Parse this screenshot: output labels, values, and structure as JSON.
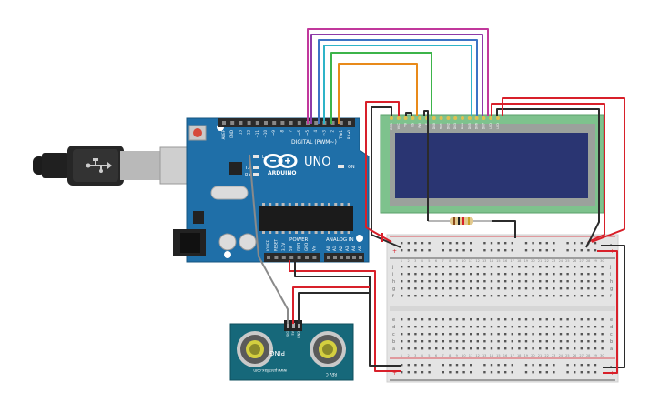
{
  "arduino": {
    "brand": "ARDUINO",
    "model": "UNO",
    "digital_header": "DIGITAL (PWM~)",
    "power_header": "POWER",
    "analog_header": "ANALOG IN",
    "on_label": "ON",
    "tx_label": "TX",
    "rx_label": "RX",
    "l_label": "L",
    "top_pins": [
      "AREF",
      "GND",
      "13",
      "12",
      "~11",
      "~10",
      "~9",
      "8",
      "7",
      "~6",
      "~5",
      "4",
      "~3",
      "2",
      "TX▸1",
      "RX◂0"
    ],
    "power_pins": [
      "IOREF",
      "RESET",
      "3.3V",
      "5V",
      "GND",
      "GND",
      "Vin"
    ],
    "analog_pins": [
      "A0",
      "A1",
      "A2",
      "A3",
      "A4",
      "A5"
    ]
  },
  "sensor": {
    "name": "PING",
    "pins": [
      "SIG",
      "5V",
      "GND"
    ],
    "url": "www.parallax.com",
    "rev": "REV C"
  },
  "lcd": {
    "pins": [
      "GND",
      "VCC",
      "V0",
      "RS",
      "RW",
      "E",
      "DB0",
      "DB1",
      "DB2",
      "DB3",
      "DB4",
      "DB5",
      "DB6",
      "DB7",
      "LED",
      "LED"
    ]
  },
  "breadboard": {
    "row_letters_top": [
      "j",
      "i",
      "h",
      "g",
      "f"
    ],
    "row_letters_bottom": [
      "e",
      "d",
      "c",
      "b",
      "a"
    ],
    "rail_plus": "+",
    "rail_minus": "-",
    "columns": 30
  },
  "colors": {
    "board": "#1f6fa8",
    "lcd_green": "#7ec28d",
    "lcd_screen": "#2a3572",
    "wire_red": "#d8202a",
    "wire_black": "#2b2b2b",
    "wire_grey": "#8a8a8a",
    "wire_purple": "#8d3aa8",
    "wire_magenta": "#c1389c",
    "wire_blue": "#3c74c5",
    "wire_cyan": "#2fb4c8",
    "wire_green": "#3cb44a",
    "wire_orange": "#e88a1a"
  }
}
